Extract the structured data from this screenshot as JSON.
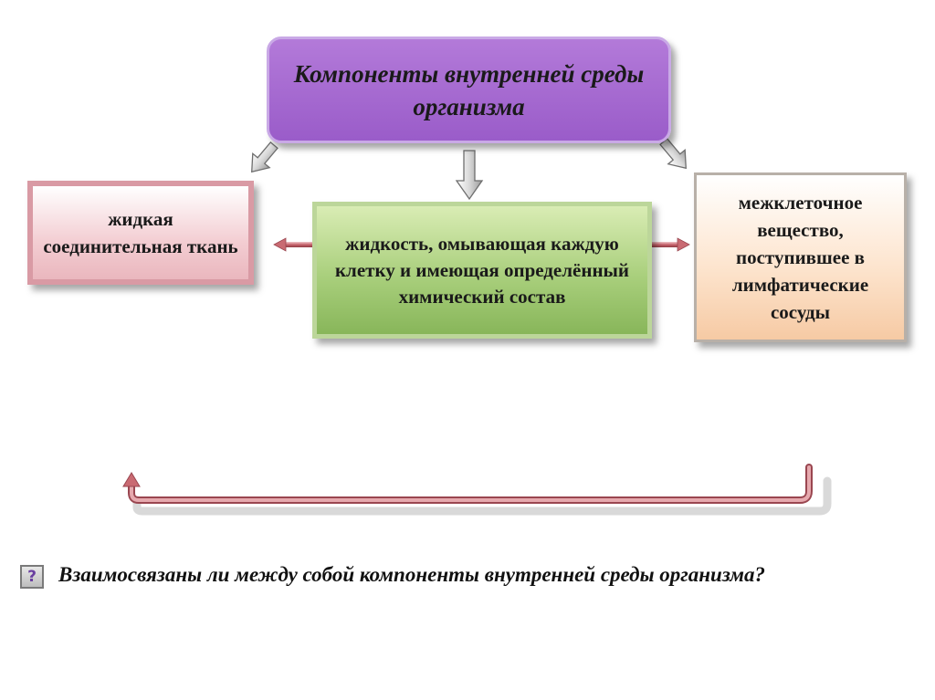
{
  "diagram": {
    "title": "Компоненты внутренней среды организма",
    "left_box": "жидкая соединительная ткань",
    "center_box": "жидкость, омывающая каждую клетку и имеющая определённый химический состав",
    "right_box": "межклеточное вещество, поступившее в лимфатические сосуды",
    "colors": {
      "title_fill": "#a96fd6",
      "left_fill": "#f3cdd2",
      "center_fill": "#a9cf7c",
      "right_fill": "#fde5cf",
      "connector_arrow": "#c96a72"
    }
  },
  "question": {
    "icon": "question-mark-icon",
    "icon_glyph": "?",
    "text": "Взаимосвязаны ли между собой компоненты внутренней среды организма?"
  }
}
